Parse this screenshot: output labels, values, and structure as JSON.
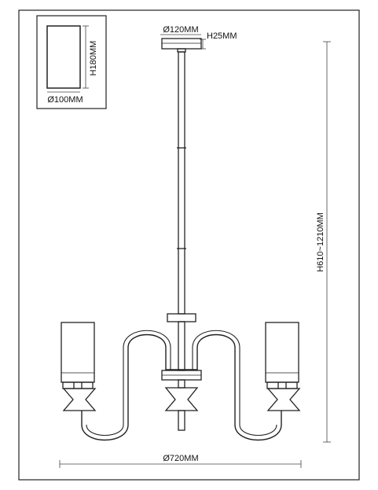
{
  "dimensions": {
    "shade_height": "H180MM",
    "shade_diameter": "Ø100MM",
    "canopy_diameter": "Ø120MM",
    "canopy_height": "H25MM",
    "overall_height": "H610~1210MM",
    "overall_width": "Ø720MM"
  },
  "colors": {
    "line": "#222222",
    "dim_line": "#444444",
    "background": "#ffffff"
  }
}
